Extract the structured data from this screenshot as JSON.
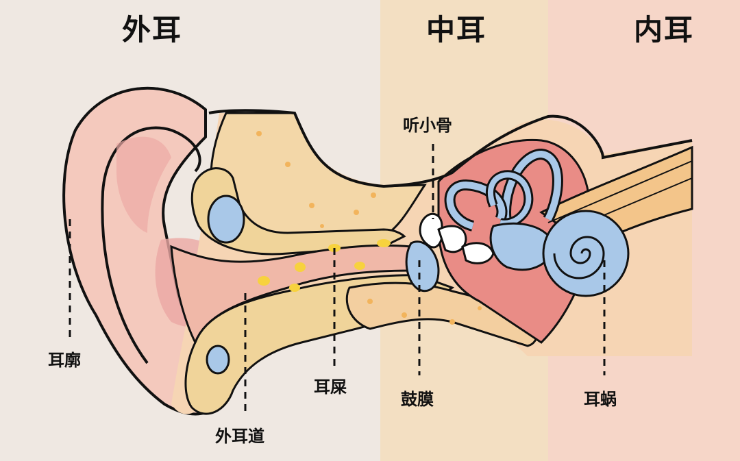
{
  "sections": {
    "outer": "外耳",
    "middle": "中耳",
    "inner": "内耳"
  },
  "labels": {
    "auricle": "耳廓",
    "ear_canal": "外耳道",
    "earwax": "耳屎",
    "ossicles": "听小骨",
    "eardrum": "鼓膜",
    "cochlea": "耳蜗"
  },
  "colors": {
    "outer_bg": "#efe8e2",
    "middle_bg": "#f3dfc2",
    "inner_bg": "#f6d6c8",
    "skin": "#f4c9bd",
    "canal": "#f3cfa0",
    "bone": "#f0d49a",
    "fluid": "#a9c8e8",
    "red": "#e98c86",
    "wax": "#f7d23e"
  }
}
